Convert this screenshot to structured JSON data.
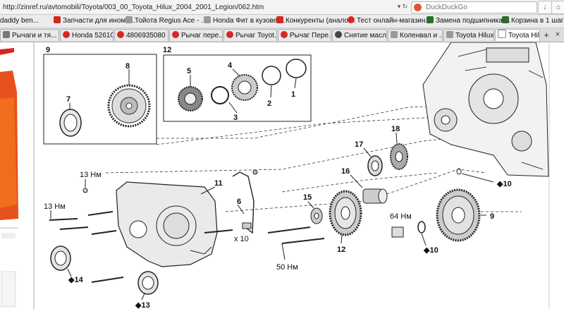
{
  "browser": {
    "url": "http://zinref.ru/avtomobili/Toyota/003_00_Toyota_Hilux_2004_2001_Legion/062.htm",
    "search_placeholder": "DuckDuckGo",
    "bookmarks": [
      {
        "label": "daddy ben...",
        "color": "#2d6fc0"
      },
      {
        "label": "Запчасти для инома...",
        "color": "#d6281f"
      },
      {
        "label": "Тойота Regius Ace - ...",
        "color": "#888888"
      },
      {
        "label": "Honda Фит в кузове ...",
        "color": "#888888"
      },
      {
        "label": "Конкуренты (аналог...",
        "color": "#d6281f"
      },
      {
        "label": "Тест онлайн-магазин...",
        "color": "#d6281f"
      },
      {
        "label": "Замена подшипника ...",
        "color": "#2a6d2a"
      },
      {
        "label": "Корзина в 1 шаг",
        "color": "#2a6d2a"
      }
    ],
    "tabs": [
      {
        "label": "Рычаги и тя...",
        "active": false
      },
      {
        "label": "Honda 52610...",
        "active": false
      },
      {
        "label": "4806935080 ...",
        "active": false
      },
      {
        "label": "Рычаг пере...",
        "active": false
      },
      {
        "label": "Рычаг Toyot...",
        "active": false
      },
      {
        "label": "Рычаг Пере...",
        "active": false
      },
      {
        "label": "Снятие масл...",
        "active": false
      },
      {
        "label": "Коленвал и ...",
        "active": false
      },
      {
        "label": "Toyota Hilux ...",
        "active": false
      },
      {
        "label": "Toyota Hil...",
        "active": true
      }
    ],
    "new_tab_symbol": "+",
    "close_symbol": "×"
  },
  "diagram": {
    "parts": [
      "1",
      "2",
      "3",
      "4",
      "5",
      "6",
      "7",
      "8",
      "9",
      "10",
      "11",
      "12",
      "13",
      "14",
      "15",
      "16",
      "17",
      "18"
    ],
    "labels": {
      "box9": "9",
      "box12": "12",
      "p8": "8",
      "p7": "7",
      "p5": "5",
      "p4": "4",
      "p2": "2",
      "p1": "1",
      "p3": "3",
      "p17": "17",
      "p18": "18",
      "p16": "16",
      "p15": "15",
      "p12": "12",
      "p11": "11",
      "p6": "6",
      "p9": "9",
      "p10": "◆10",
      "p10b": "◆10",
      "p14": "◆14",
      "p13": "◆13",
      "x10": "x 10"
    },
    "torques": {
      "t1": "13 Нм",
      "t2": "13 Нм",
      "t3": "64 Нм",
      "t4": "50 Нм"
    }
  }
}
